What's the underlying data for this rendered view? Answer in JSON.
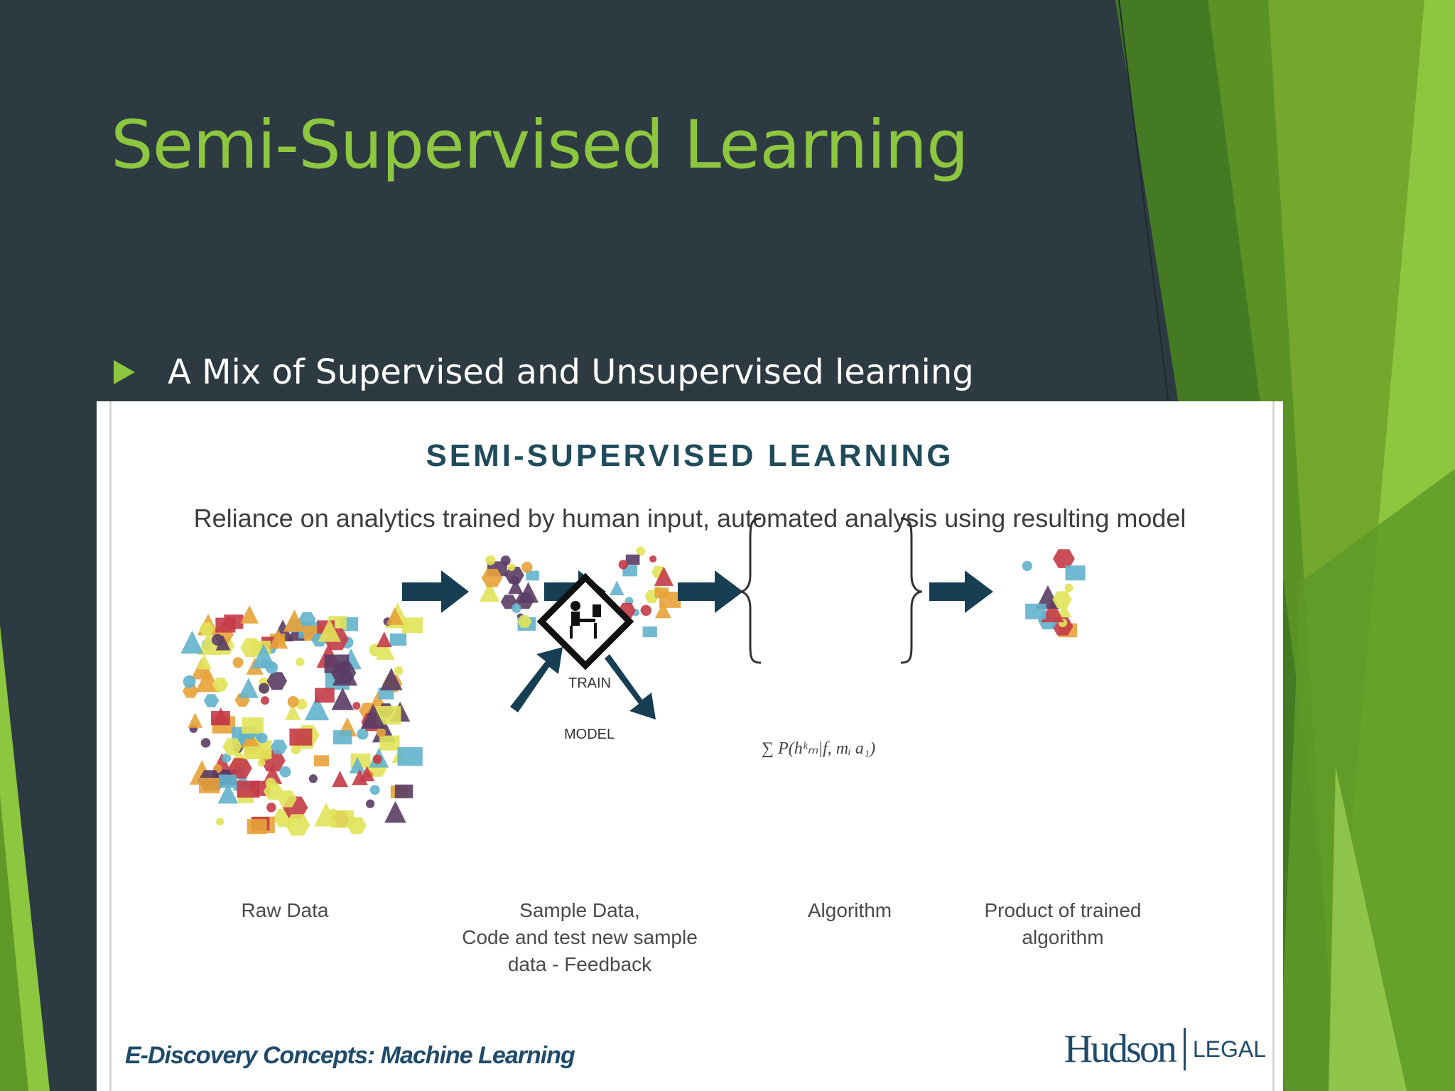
{
  "slide": {
    "title": "Semi-Supervised Learning",
    "bullets": [
      "A Mix of Supervised and Unsupervised learning"
    ]
  },
  "figure": {
    "title": "SEMI-SUPERVISED LEARNING",
    "subtitle": "Reliance on analytics trained by human input, automated analysis using resulting model",
    "train_label": "TRAIN",
    "model_label": "MODEL",
    "formula": "∑ P(hᵏₘ|f, mᵢ a₁)",
    "steps": [
      {
        "lines": [
          "Raw Data"
        ]
      },
      {
        "lines": [
          "Sample Data,",
          "Code and test new sample",
          "data - Feedback"
        ]
      },
      {
        "lines": [
          "Algorithm"
        ]
      },
      {
        "lines": [
          "Product of trained",
          "algorithm"
        ]
      }
    ],
    "footer": "E-Discovery Concepts: Machine Learning",
    "logo": {
      "main": "Hudson",
      "sub": "LEGAL"
    }
  },
  "colors": {
    "background": "#2d3a42",
    "accent_green": "#8dc63f",
    "arrow_navy": "#173e52",
    "shape_colors": [
      "#e1e35a",
      "#63b3cc",
      "#e8a23a",
      "#c43b47",
      "#5a3c64"
    ]
  },
  "icons": [
    "bullet-triangle-icon",
    "human-trainer-icon"
  ]
}
